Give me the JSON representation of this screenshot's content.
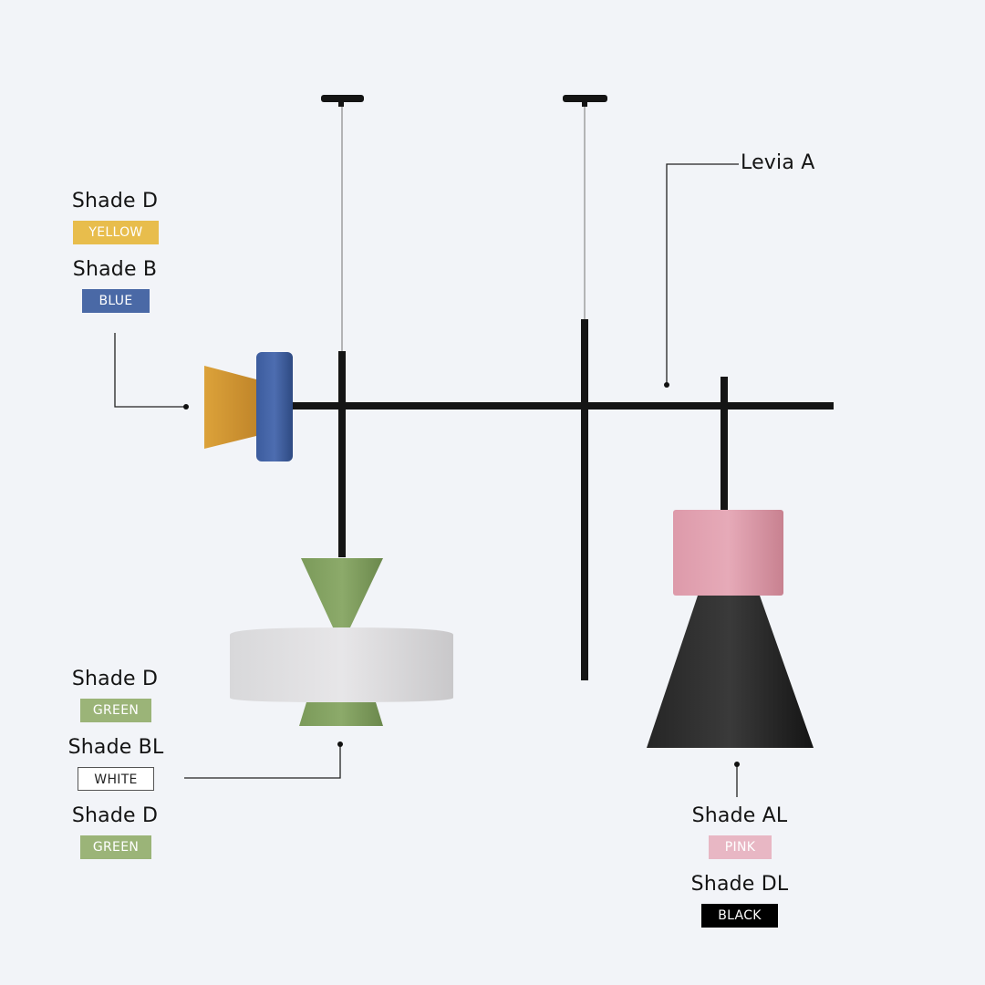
{
  "model": {
    "label": "Levia A"
  },
  "colors": {
    "background": "#f2f4f8",
    "yellow": "#e8bd4c",
    "blue": "#4a69a6",
    "green": "#9bb478",
    "white": "#ffffff",
    "pink": "#e8b7c4",
    "black": "#000000"
  },
  "left_top_group": {
    "shade_d": {
      "name": "Shade D",
      "color_name": "YELLOW"
    },
    "shade_b": {
      "name": "Shade B",
      "color_name": "BLUE"
    }
  },
  "left_bottom_group": {
    "shade_d_top": {
      "name": "Shade D",
      "color_name": "GREEN"
    },
    "shade_bl": {
      "name": "Shade BL",
      "color_name": "WHITE"
    },
    "shade_d_bottom": {
      "name": "Shade D",
      "color_name": "GREEN"
    }
  },
  "right_bottom_group": {
    "shade_al": {
      "name": "Shade AL",
      "color_name": "PINK"
    },
    "shade_dl": {
      "name": "Shade DL",
      "color_name": "BLACK"
    }
  }
}
